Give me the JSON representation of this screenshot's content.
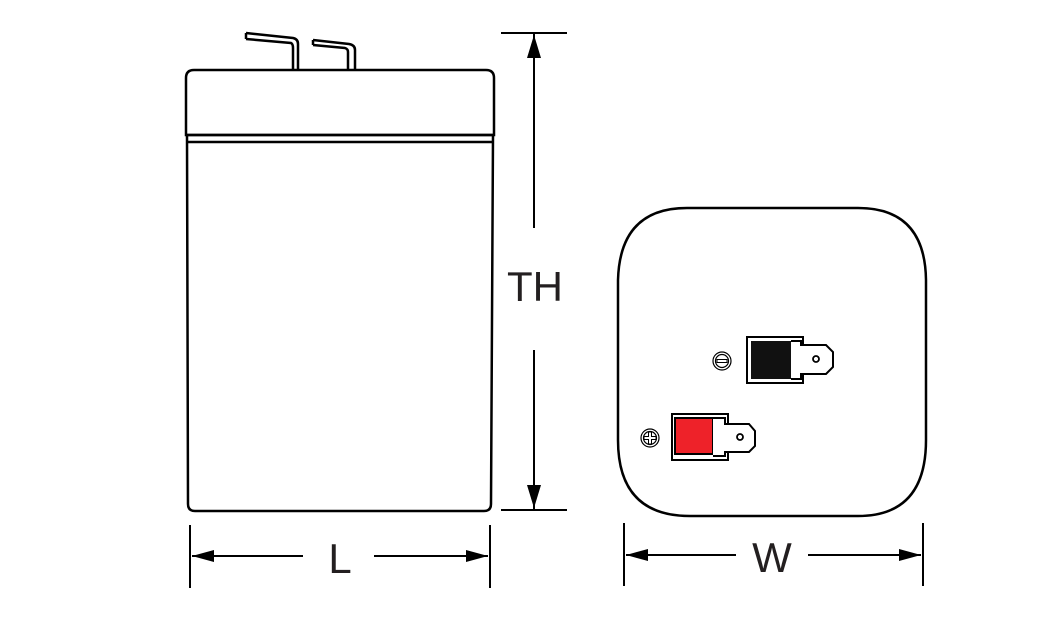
{
  "diagram": {
    "type": "battery-dimension-drawing",
    "views": {
      "side": {
        "name": "side-view"
      },
      "top": {
        "name": "top-view"
      }
    },
    "dimensions": {
      "height_label": "TH",
      "length_label": "L",
      "width_label": "W"
    },
    "terminals": {
      "negative": {
        "symbol": "⊖",
        "color": "#111111"
      },
      "positive": {
        "symbol": "⊕",
        "color": "#ee2229"
      }
    },
    "colors": {
      "line": "#000000",
      "text": "#231f20",
      "positive_terminal": "#ee2229",
      "negative_terminal": "#111111"
    }
  }
}
